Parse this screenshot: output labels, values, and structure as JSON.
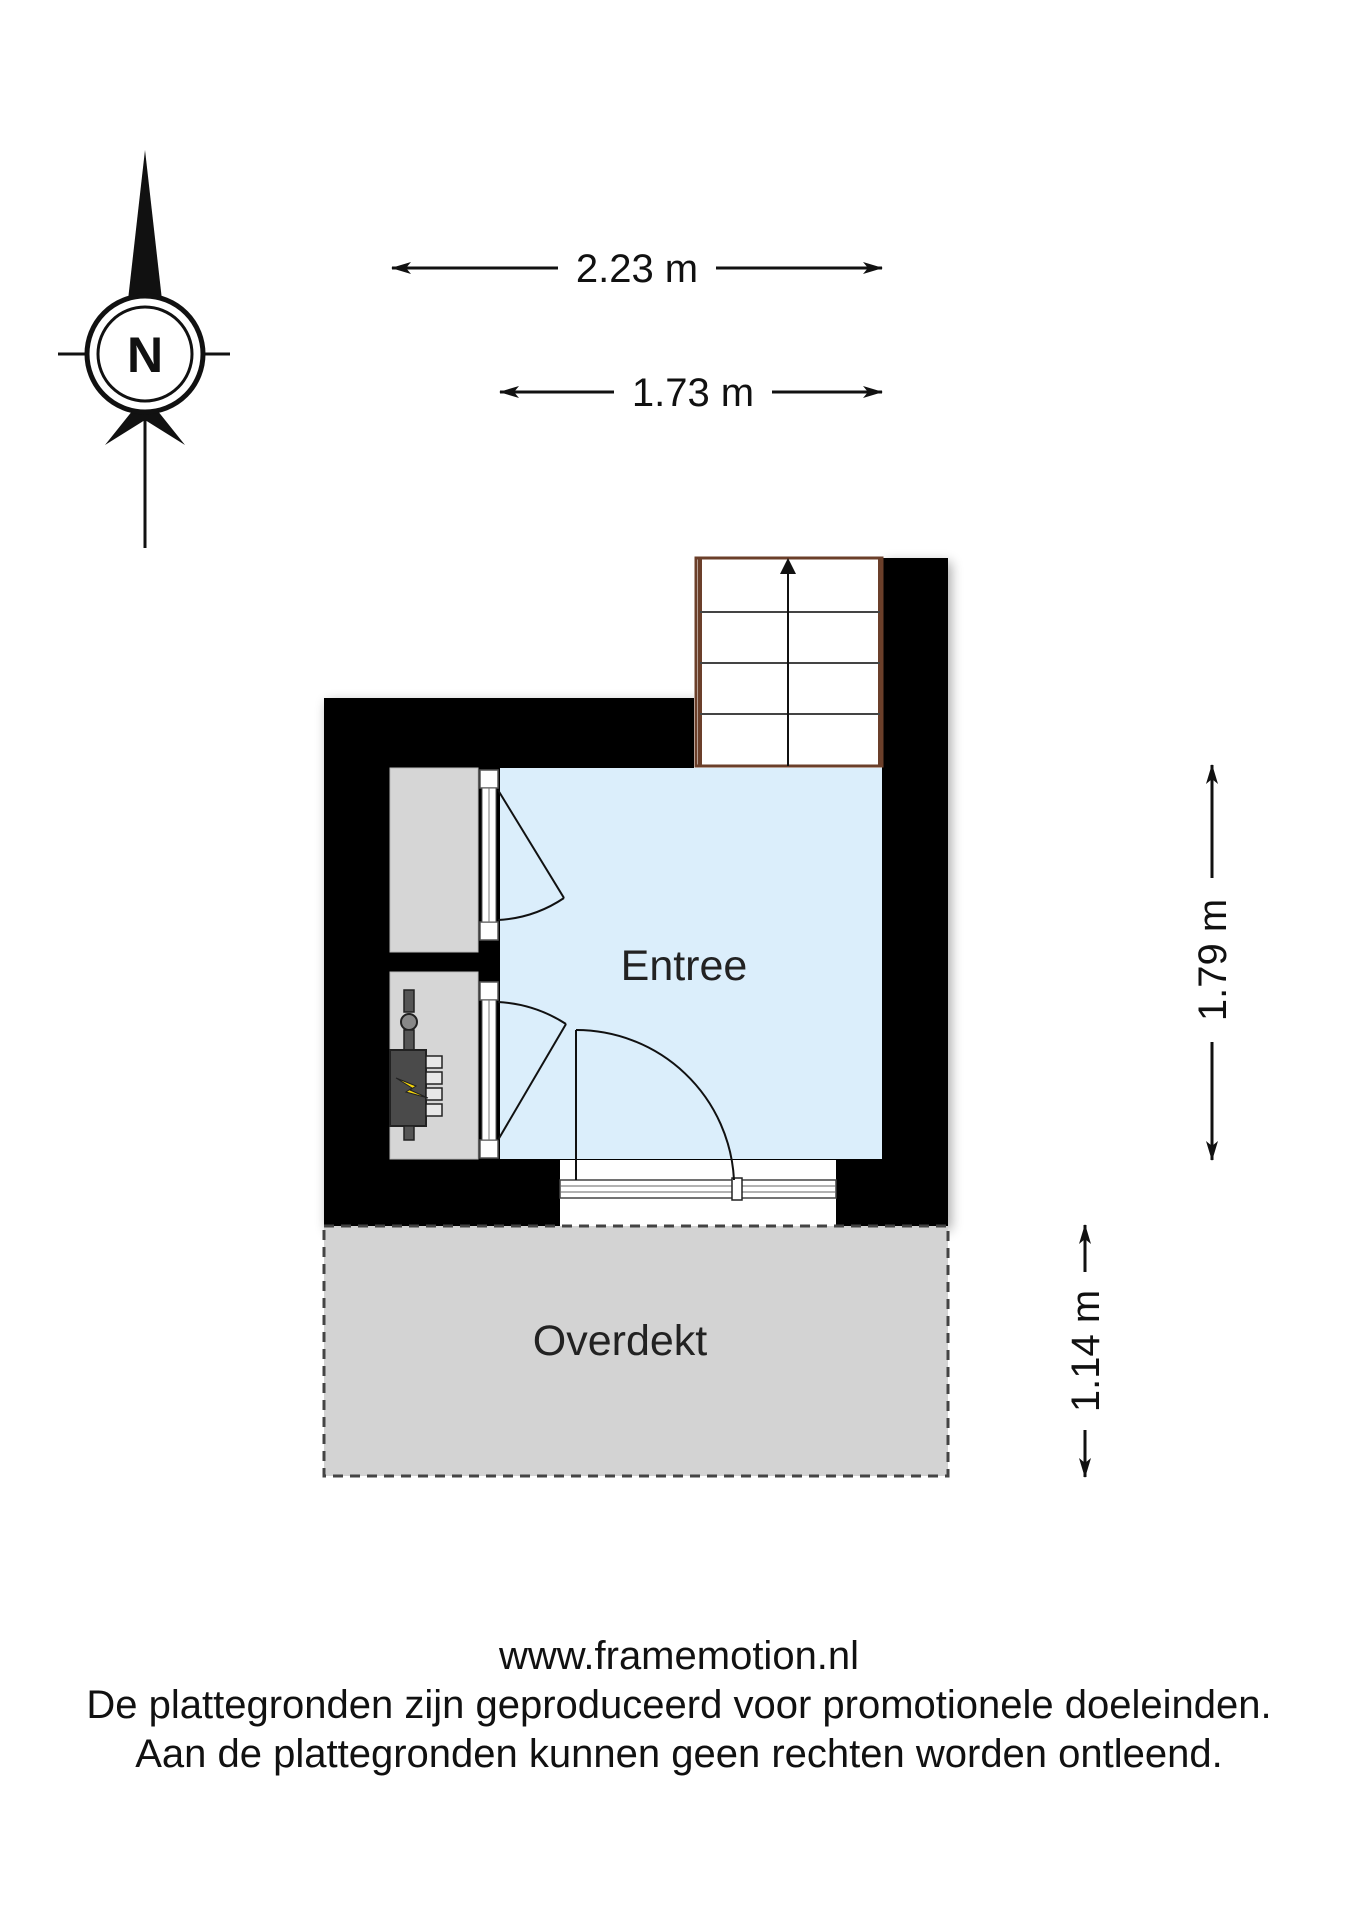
{
  "compass": {
    "letter": "N",
    "icon": "north-arrow-icon"
  },
  "dimensions": {
    "width_total": "2.23 m",
    "width_inner": "1.73 m",
    "height_entree": "1.79 m",
    "height_overdekt": "1.14 m"
  },
  "rooms": {
    "entree": "Entree",
    "overdekt": "Overdekt"
  },
  "footer": {
    "website": "www.framemotion.nl",
    "line1": "De plattegronden zijn geproduceerd voor promotionele doeleinden.",
    "line2": "Aan de plattegronden kunnen geen rechten worden ontleend."
  },
  "colors": {
    "wall": "#000000",
    "entree_fill": "#dbeefb",
    "closet_fill": "#d6d6d6",
    "overdekt_fill": "#d3d3d3",
    "stair_frame": "#6b3f2a"
  },
  "icons": {
    "meter": "electric-meter-icon",
    "stairs": "staircase-icon"
  }
}
